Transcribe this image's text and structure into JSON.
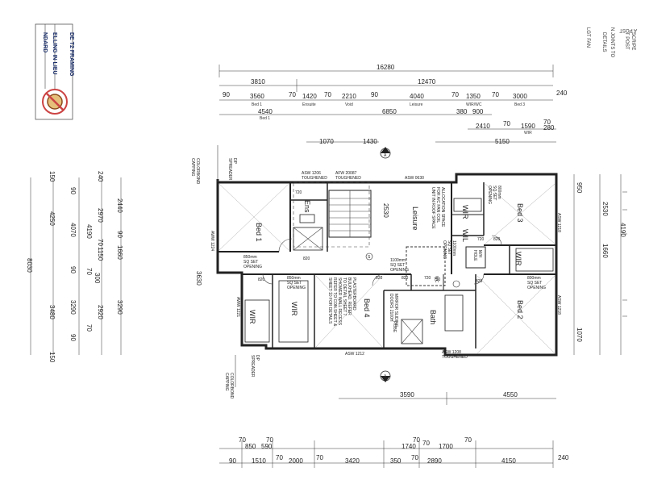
{
  "title_block": {
    "lines": [
      "DE T2 FRAMING",
      "ELLING IN LIEU",
      "NDARD"
    ]
  },
  "top_right_notes": [
    "A POST",
    "SCRIPE",
    "T POST",
    "N JOINTS TO",
    "DETAILS",
    "LGT FAN"
  ],
  "top_dims": {
    "overall": "16280",
    "row2": [
      "3810",
      "12470"
    ],
    "row3": [
      "90",
      "3560",
      "70",
      "1420",
      "70",
      "2210",
      "90",
      "4040",
      "70",
      "1350",
      "70",
      "3000",
      "240"
    ],
    "row3_sub": [
      "Bed 1",
      "Ensuite",
      "Void",
      "Leisure",
      "WIR/WC",
      "Bed 3"
    ],
    "row4": [
      "4540",
      "6850",
      "380",
      "900"
    ],
    "row4_sub": [
      "Bed 1"
    ],
    "row5": [
      "2410",
      "70",
      "1590",
      "70",
      "280"
    ],
    "row5_sub": [
      "WIR"
    ],
    "row6": [
      "5150"
    ],
    "entry": [
      "1070",
      "1430"
    ]
  },
  "left_dims": {
    "col1": [
      "150",
      "4250",
      "8030",
      "3480",
      "150"
    ],
    "col2": [
      "90",
      "4070",
      "90",
      "3290",
      "90"
    ],
    "col3": [
      "240",
      "2970",
      "70",
      "4190",
      "70",
      "1150",
      "300",
      "2920",
      "70"
    ],
    "col4": [
      "2440",
      "90",
      "1660",
      "3290"
    ]
  },
  "right_dims": [
    "950",
    "2530",
    "4190",
    "1660",
    "1070"
  ],
  "right_labels": [
    "ASW 1218",
    "ASW 1218"
  ],
  "mid_dims": [
    "2530",
    "3630"
  ],
  "rooms": {
    "bed1": "Bed 1",
    "ens": "Ens",
    "leisure": "Leisure",
    "bed3": "Bed 3",
    "bed2": "Bed 2",
    "bed4": "Bed 4",
    "bath": "Bath",
    "wir_left": "WIR",
    "wir_mid": "WIR",
    "wir_top": "WIR",
    "wil": "WIL",
    "wir_right": "WIR",
    "wc": "WC",
    "void": "",
    "robe": "ROBE"
  },
  "windows": [
    "ASW 1206",
    "TOUGHENED",
    "AFW 20087",
    "TOUGHENED",
    "ASW 0630",
    "ASW 1212",
    "ASW 1208",
    "TOUGHENED",
    "AWW 1221",
    "AWW 1224"
  ],
  "notes": {
    "sq_opening_bed1": [
      "850mm",
      "SQ SET",
      "OPENING"
    ],
    "sq_opening_wir": [
      "850mm",
      "SQ SET",
      "OPENING"
    ],
    "sq_opening_leisure": [
      "1100mm",
      "SQ SET",
      "OPENING"
    ],
    "sq_opening_bed3": [
      "800mm",
      "SQ SET",
      "OPENING"
    ],
    "sq_opening_bed2": [
      "800mm",
      "SQ SET",
      "OPENING"
    ],
    "sq_opening_small": [
      "1100mm",
      "SQ SET",
      "OPENING"
    ],
    "allocation": [
      "ALLOCATION SPACE",
      "FOR A/C FAN COIL",
      "UNIT IN ROOF SPACE"
    ],
    "plasterboard": [
      "PLASTERBOARD",
      "BULKHEAD. REFER",
      "TO DETAIL SHEET 7",
      "SHOWER WALL RECESS",
      "REFER TO CON.SHEET &",
      "SHEET 10 FOR DETAILS"
    ],
    "mirror": [
      "MIRROR SLIDING",
      "DOORS 2100H"
    ],
    "manhole": [
      "M/H",
      "HOLE"
    ],
    "doors": [
      "820",
      "820",
      "820",
      "720",
      "720",
      "720",
      "820",
      "820"
    ],
    "corners": [
      "COLORBOND",
      "CAPPING",
      "DP",
      "SPREADER",
      "DP",
      "SPREADER",
      "COLORBOND",
      "CAPPING"
    ],
    "sections": [
      "A",
      "A"
    ],
    "mid_small": [
      "720",
      "820",
      "S"
    ]
  },
  "bottom_dims": {
    "row1": [
      "3590",
      "4550"
    ],
    "row2": [
      "70",
      "70"
    ],
    "row3": [
      "850",
      "590",
      "1740",
      "70",
      "1700"
    ],
    "row3_head": [
      "70",
      "70"
    ],
    "row4": [
      "1510",
      "70",
      "2000",
      "70",
      "3420",
      "350",
      "70",
      "2890",
      "4150"
    ],
    "row5": [
      "90",
      "240"
    ]
  }
}
